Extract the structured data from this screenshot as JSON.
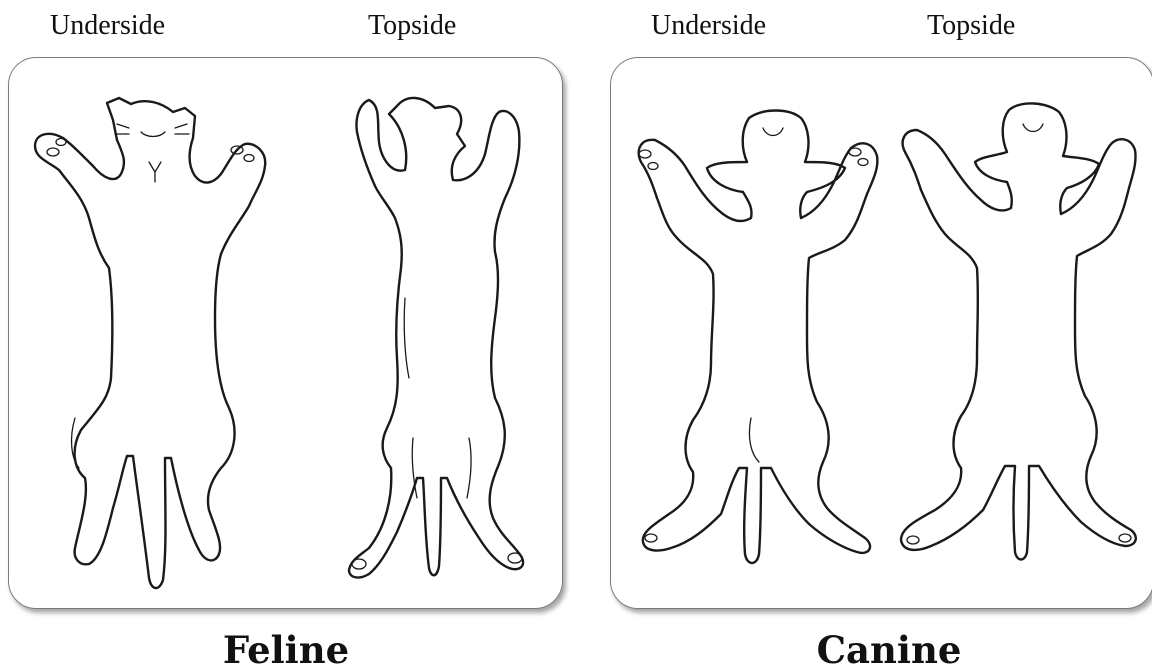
{
  "feline": {
    "underside_label": "Underside",
    "topside_label": "Topside",
    "title": "Feline"
  },
  "canine": {
    "underside_label": "Underside",
    "topside_label": "Topside",
    "title": "Canine"
  }
}
